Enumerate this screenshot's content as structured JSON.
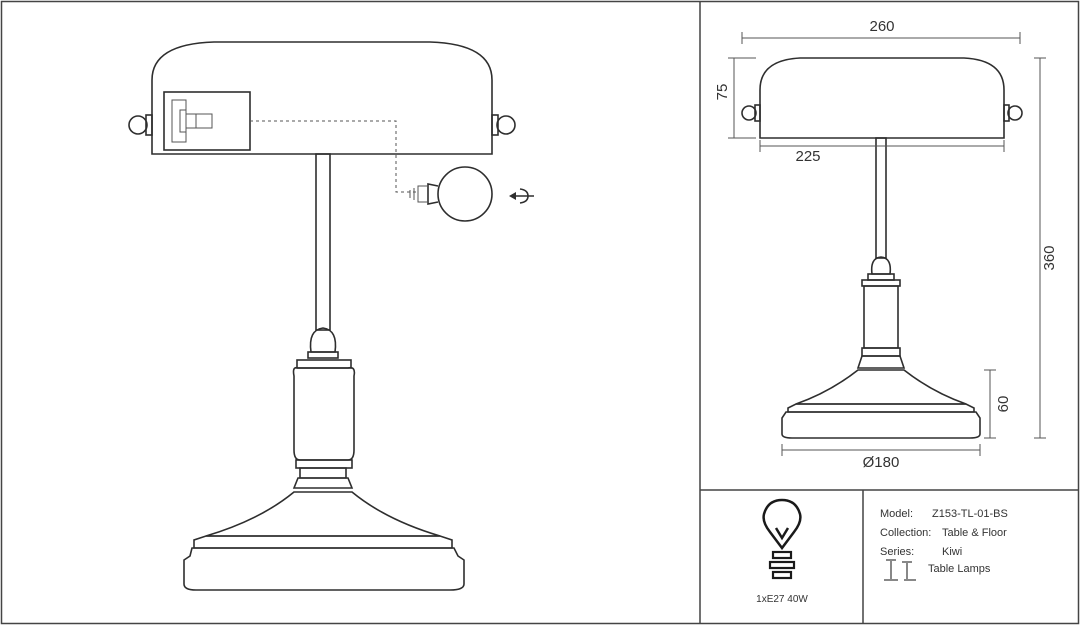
{
  "dimensions": {
    "shade_width": "260",
    "shade_height": "75",
    "shade_inner_width": "225",
    "total_height": "360",
    "base_height": "60",
    "base_diameter": "Ø180"
  },
  "bulb": {
    "spec": "1xE27 40W"
  },
  "info": {
    "model_label": "Model:",
    "model_value": "Z153-TL-01-BS",
    "collection_label": "Collection:",
    "collection_value": "Table & Floor",
    "series_label": "Series:",
    "series_value": "Kiwi",
    "category_value": "Table Lamps"
  }
}
